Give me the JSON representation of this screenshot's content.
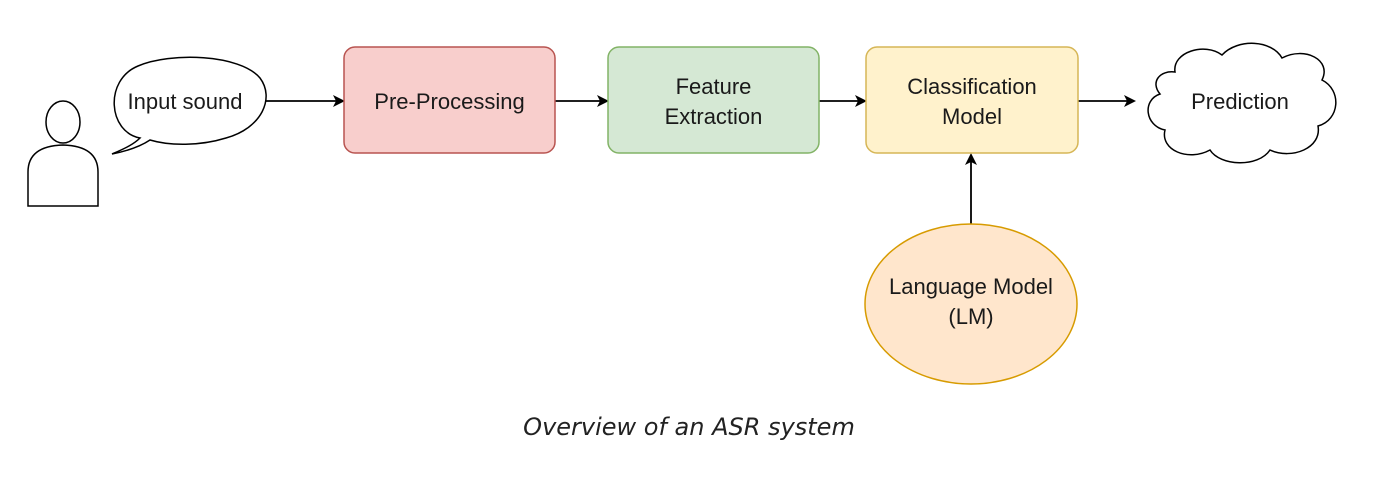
{
  "diagram": {
    "nodes": {
      "speech_bubble": {
        "label": "Input sound"
      },
      "preprocessing": {
        "label": "Pre-Processing",
        "fill": "#f8cecc",
        "stroke": "#b85450"
      },
      "feature_extraction": {
        "lines": [
          "Feature",
          "Extraction"
        ],
        "fill": "#d5e8d4",
        "stroke": "#82b366"
      },
      "classification": {
        "lines": [
          "Classification",
          "Model"
        ],
        "fill": "#fff2cc",
        "stroke": "#d6b656"
      },
      "language_model": {
        "lines": [
          "Language Model",
          "(LM)"
        ],
        "fill": "#ffe6cc",
        "stroke": "#d79b00"
      },
      "prediction": {
        "label": "Prediction"
      }
    },
    "edges": [
      {
        "from": "speech_bubble",
        "to": "preprocessing"
      },
      {
        "from": "preprocessing",
        "to": "feature_extraction"
      },
      {
        "from": "feature_extraction",
        "to": "classification"
      },
      {
        "from": "classification",
        "to": "prediction"
      },
      {
        "from": "language_model",
        "to": "classification"
      }
    ]
  },
  "caption": "Overview of an ASR system"
}
